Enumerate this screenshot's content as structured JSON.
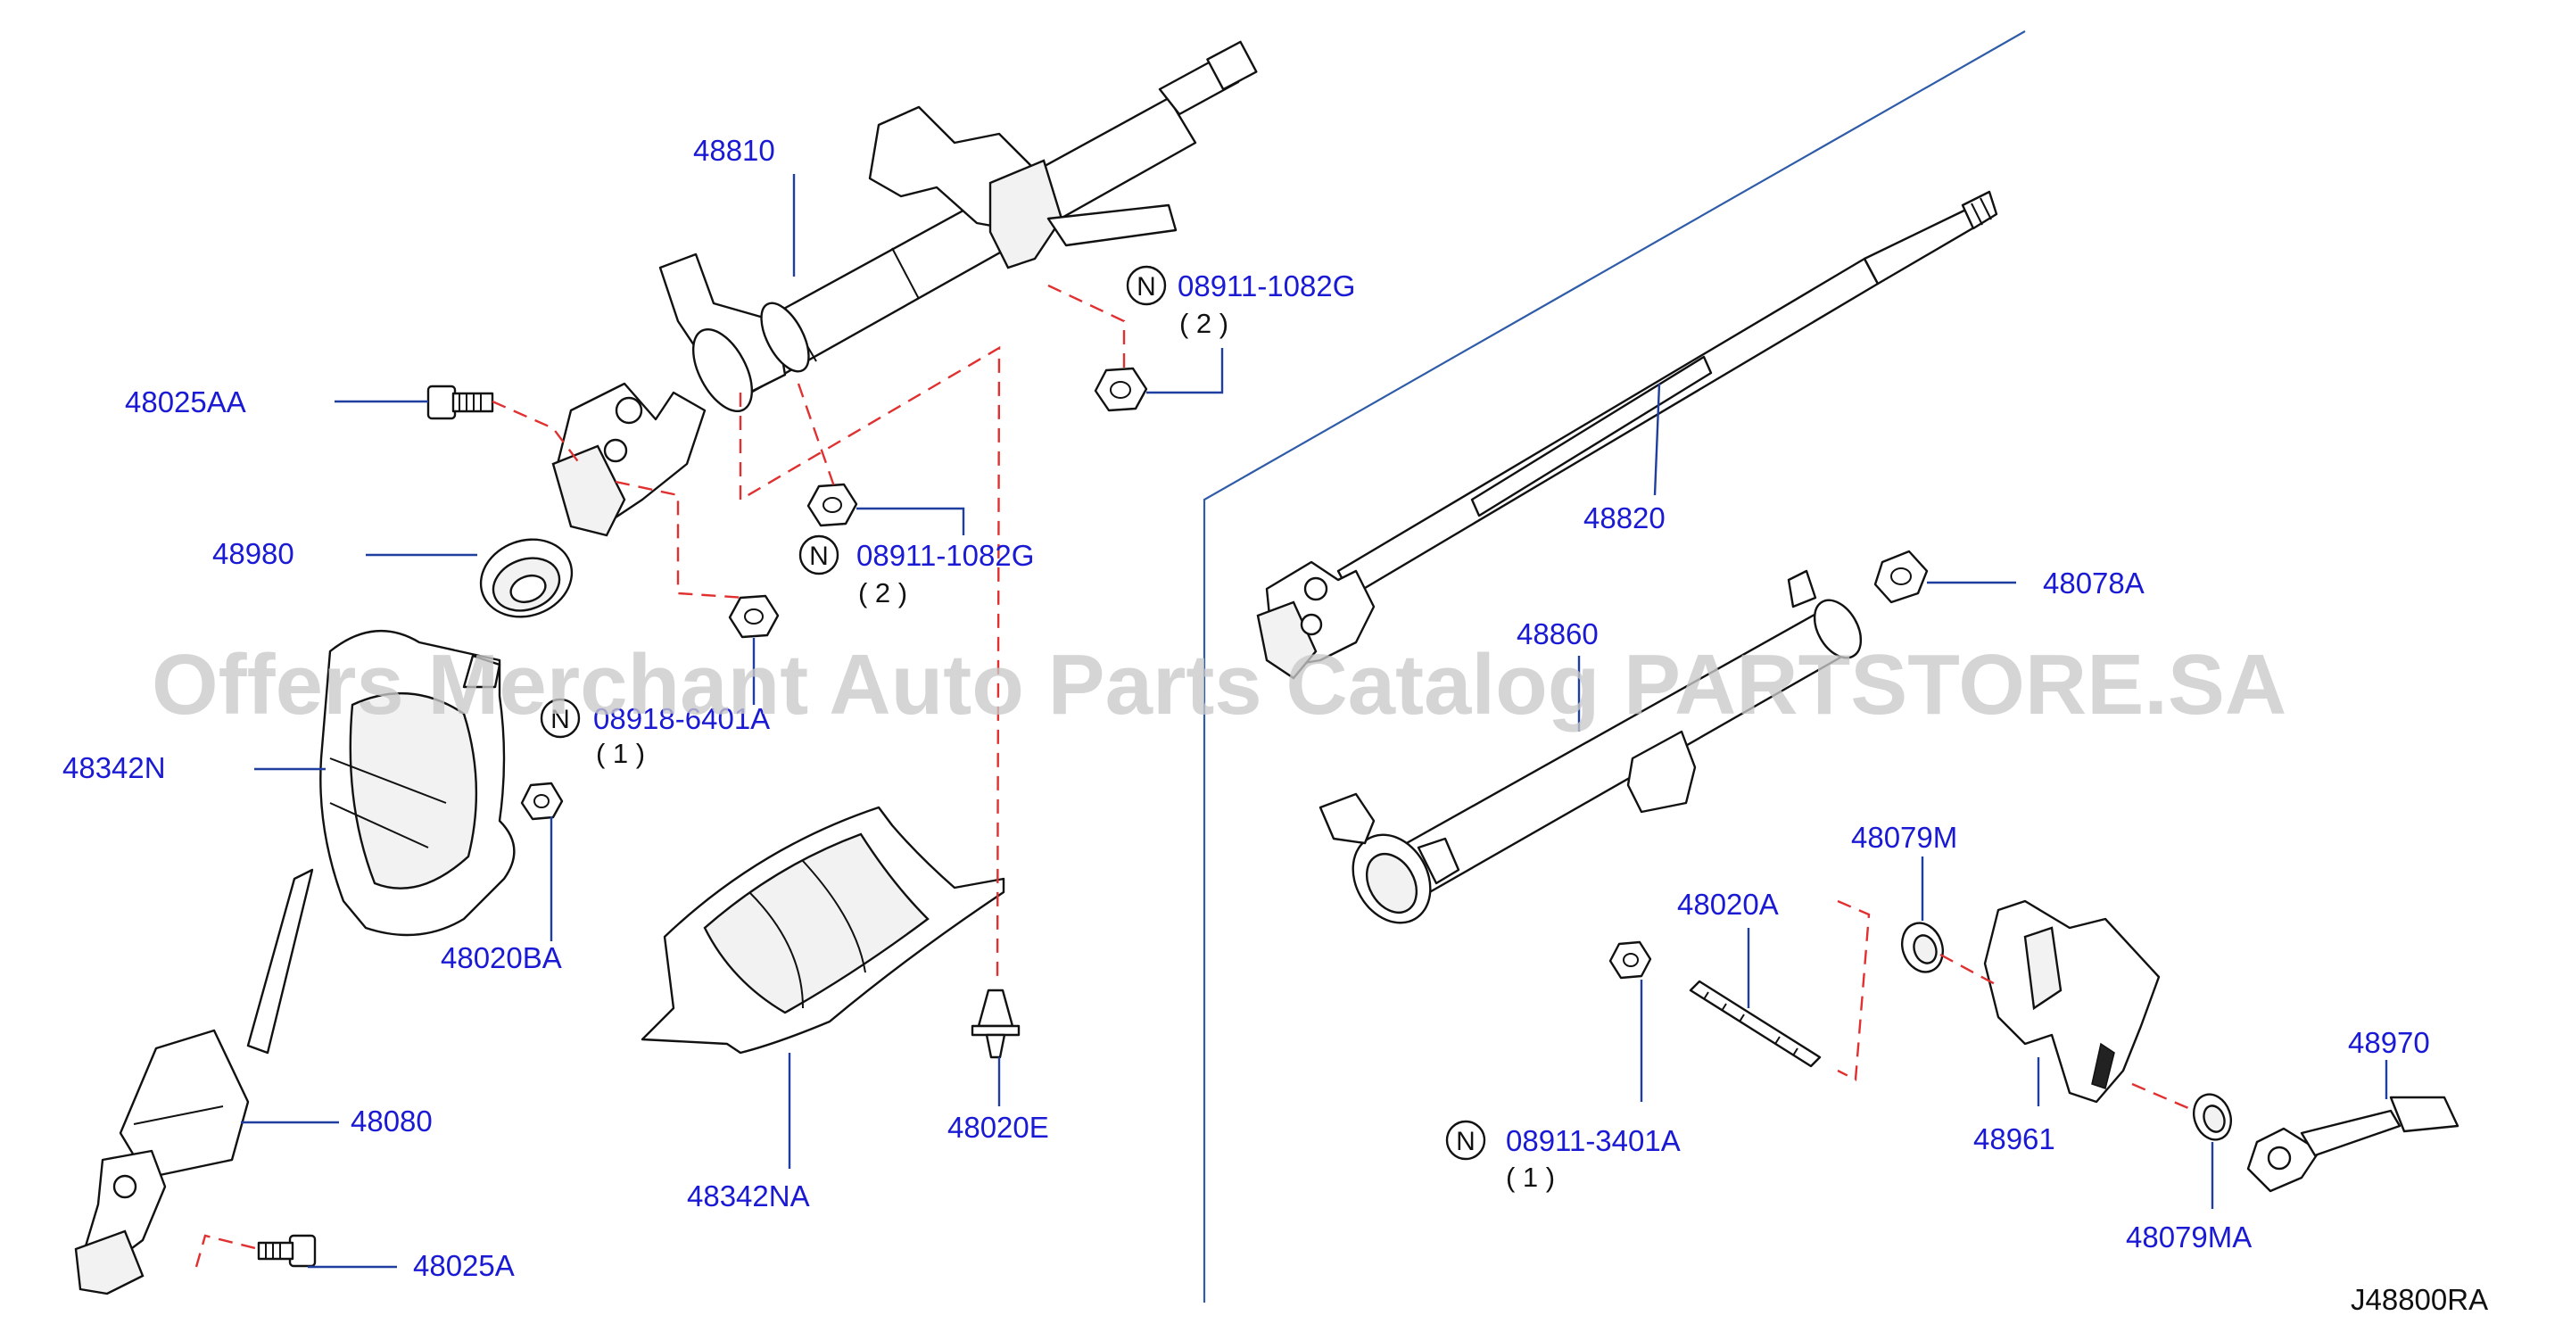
{
  "watermark": "Offers Merchant Auto Parts Catalog PARTSTORE.SA",
  "diagram_ref": "J48800RA",
  "callouts": {
    "p48810": "48810",
    "p48025AA": "48025AA",
    "p48980": "48980",
    "p48342N": "48342N",
    "p48020BA": "48020BA",
    "p48080": "48080",
    "p48025A": "48025A",
    "p48342NA": "48342NA",
    "p48020E": "48020E",
    "nut_upper": {
      "symbol": "N",
      "part": "08911-1082G",
      "qty": "( 2 )"
    },
    "nut_mid": {
      "symbol": "N",
      "part": "08911-1082G",
      "qty": "( 2 )"
    },
    "nut_left": {
      "symbol": "N",
      "part": "08918-6401A",
      "qty": "( 1 )"
    },
    "p48820": "48820",
    "p48078A": "48078A",
    "p48860": "48860",
    "p48079M": "48079M",
    "p48020A": "48020A",
    "p48961": "48961",
    "p48970": "48970",
    "nut_right": {
      "symbol": "N",
      "part": "08911-3401A",
      "qty": "( 1 )"
    },
    "p48079MA": "48079MA"
  }
}
